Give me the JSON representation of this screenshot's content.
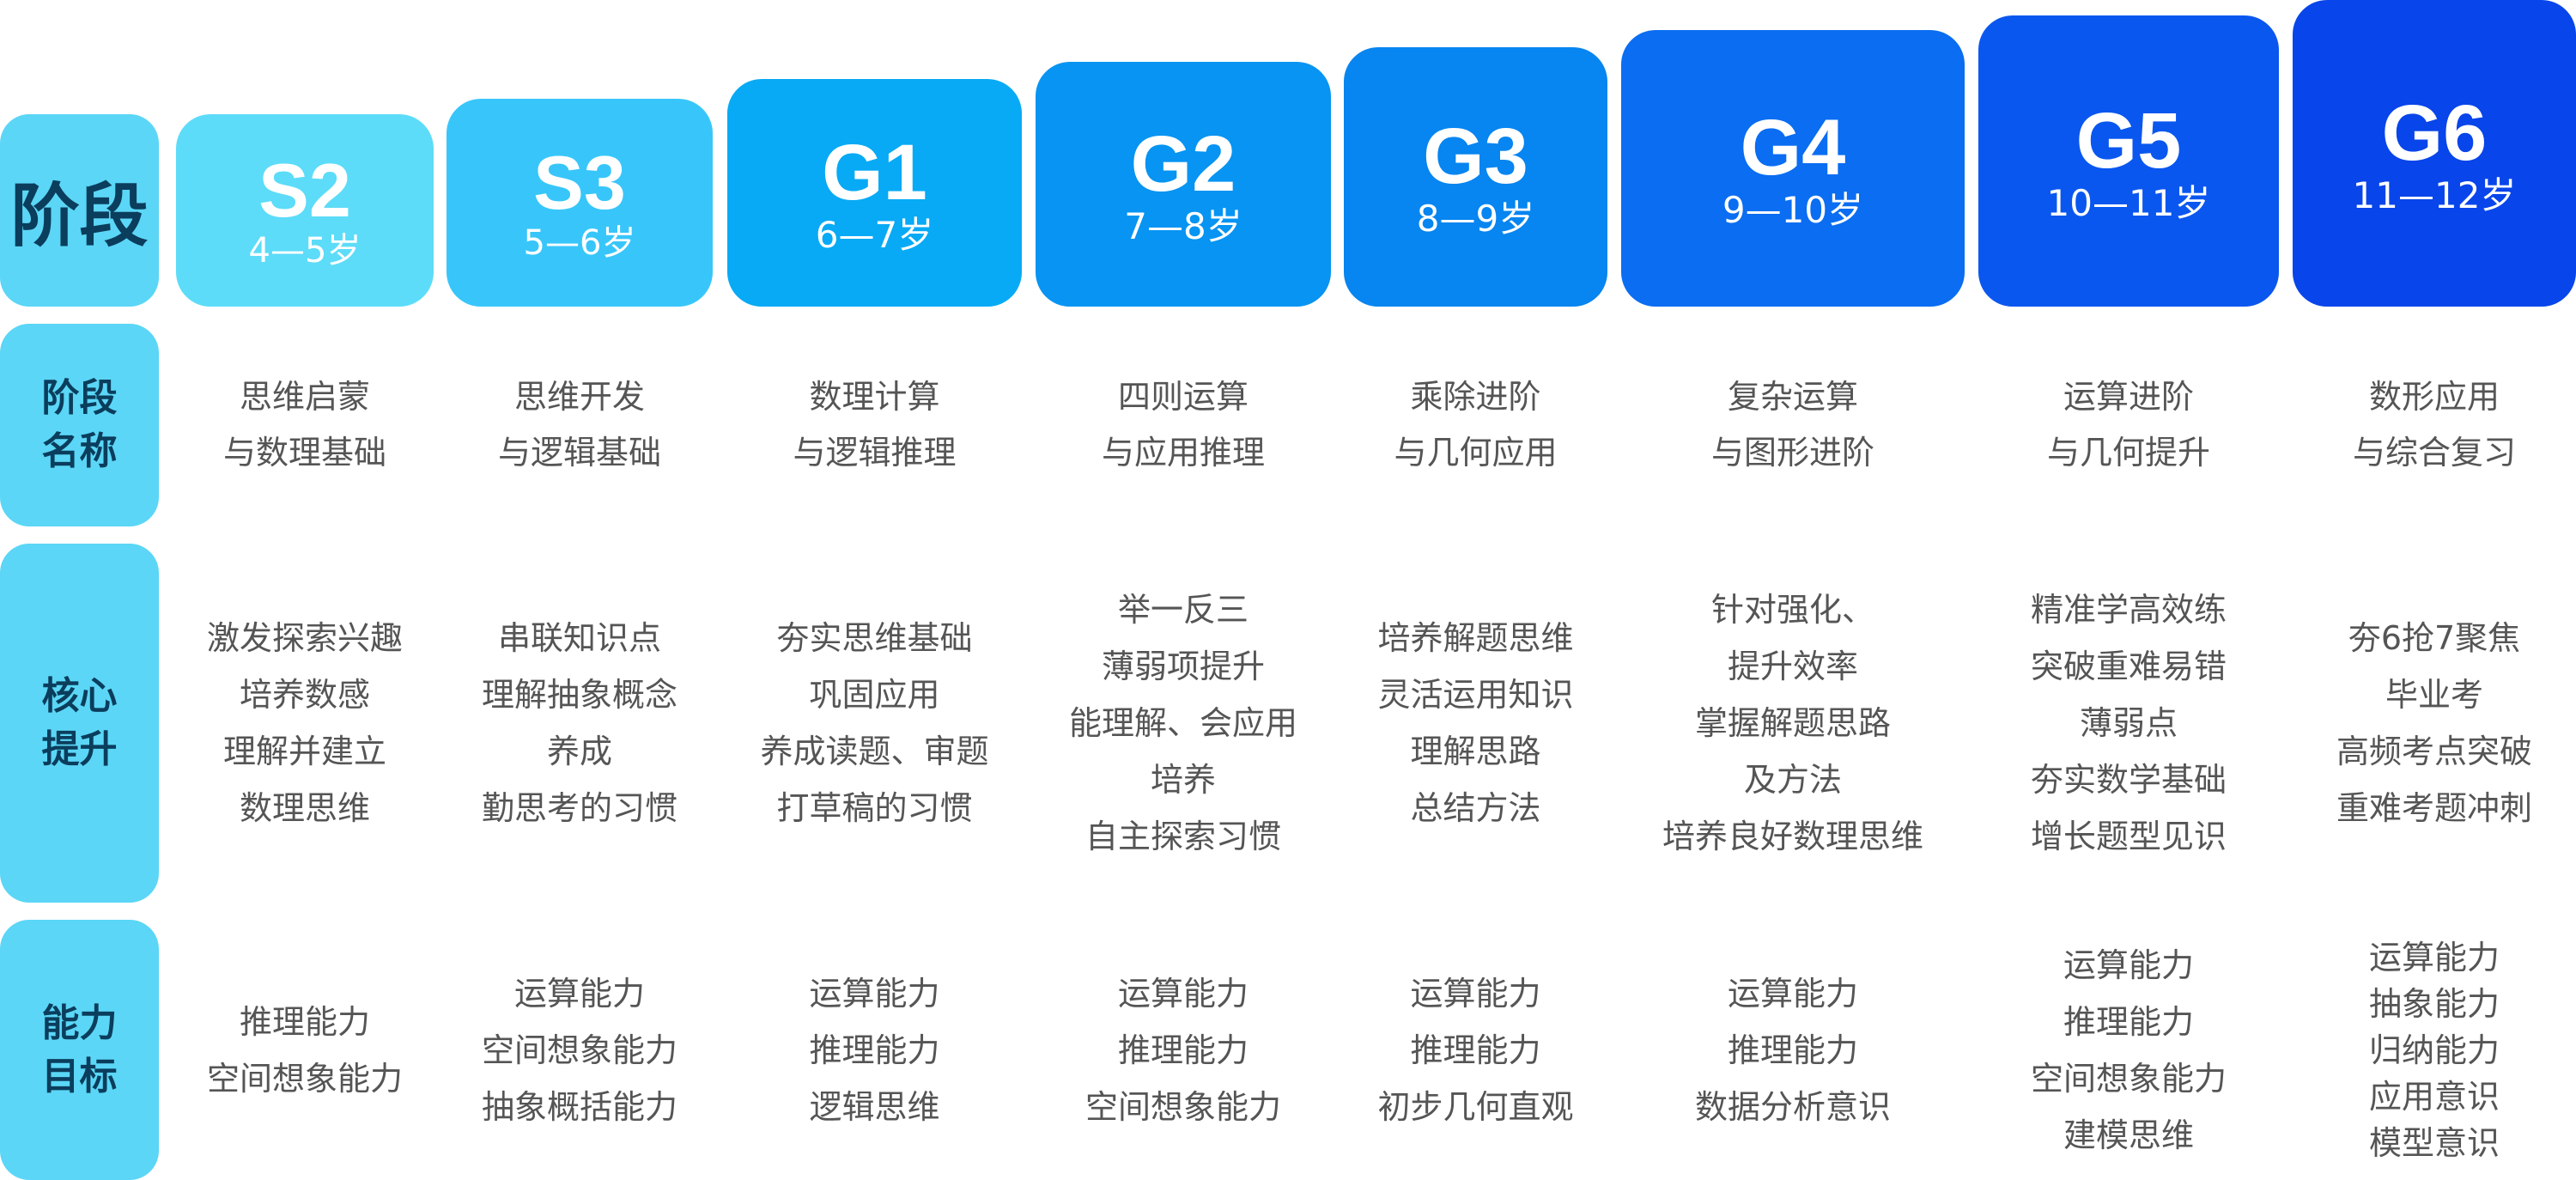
{
  "labels": {
    "stage": "阶段",
    "name": [
      "阶段",
      "名称"
    ],
    "core": [
      "核心",
      "提升"
    ],
    "ability": [
      "能力",
      "目标"
    ]
  },
  "colors": {
    "label_bg": "#5bd6f6",
    "label_text": "#0b3d5c",
    "cell_text": "#555555",
    "stage_gradient": [
      "#5cdcf8",
      "#38c6fa",
      "#08aaf5",
      "#0794f2",
      "#0785f0",
      "#0a6df2",
      "#0a57ef",
      "#0845ea"
    ]
  },
  "stages": [
    {
      "code": "S2",
      "age": "4—5岁",
      "name": [
        "思维启蒙",
        "与数理基础"
      ],
      "core": [
        "激发探索兴趣",
        "培养数感",
        "理解并建立",
        "数理思维"
      ],
      "ability": [
        "推理能力",
        "空间想象能力"
      ]
    },
    {
      "code": "S3",
      "age": "5—6岁",
      "name": [
        "思维开发",
        "与逻辑基础"
      ],
      "core": [
        "串联知识点",
        "理解抽象概念",
        "养成",
        "勤思考的习惯"
      ],
      "ability": [
        "运算能力",
        "空间想象能力",
        "抽象概括能力"
      ]
    },
    {
      "code": "G1",
      "age": "6—7岁",
      "name": [
        "数理计算",
        "与逻辑推理"
      ],
      "core": [
        "夯实思维基础",
        "巩固应用",
        "养成读题、审题",
        "打草稿的习惯"
      ],
      "ability": [
        "运算能力",
        "推理能力",
        "逻辑思维"
      ]
    },
    {
      "code": "G2",
      "age": "7—8岁",
      "name": [
        "四则运算",
        "与应用推理"
      ],
      "core": [
        "举一反三",
        "薄弱项提升",
        "能理解、会应用",
        "培养",
        "自主探索习惯"
      ],
      "ability": [
        "运算能力",
        "推理能力",
        "空间想象能力"
      ]
    },
    {
      "code": "G3",
      "age": "8—9岁",
      "name": [
        "乘除进阶",
        "与几何应用"
      ],
      "core": [
        "培养解题思维",
        "灵活运用知识",
        "理解思路",
        "总结方法"
      ],
      "ability": [
        "运算能力",
        "推理能力",
        "初步几何直观"
      ]
    },
    {
      "code": "G4",
      "age": "9—10岁",
      "name": [
        "复杂运算",
        "与图形进阶"
      ],
      "core": [
        "针对强化、",
        "提升效率",
        "掌握解题思路",
        "及方法",
        "培养良好数理思维"
      ],
      "ability": [
        "运算能力",
        "推理能力",
        "数据分析意识"
      ]
    },
    {
      "code": "G5",
      "age": "10—11岁",
      "name": [
        "运算进阶",
        "与几何提升"
      ],
      "core": [
        "精准学高效练",
        "突破重难易错",
        "薄弱点",
        "夯实数学基础",
        "增长题型见识"
      ],
      "ability": [
        "运算能力",
        "推理能力",
        "空间想象能力",
        "建模思维"
      ]
    },
    {
      "code": "G6",
      "age": "11—12岁",
      "name": [
        "数形应用",
        "与综合复习"
      ],
      "core": [
        "夯6抢7聚焦",
        "毕业考",
        "高频考点突破",
        "重难考题冲刺"
      ],
      "ability": [
        "运算能力",
        "抽象能力",
        "归纳能力",
        "应用意识",
        "模型意识"
      ]
    }
  ]
}
